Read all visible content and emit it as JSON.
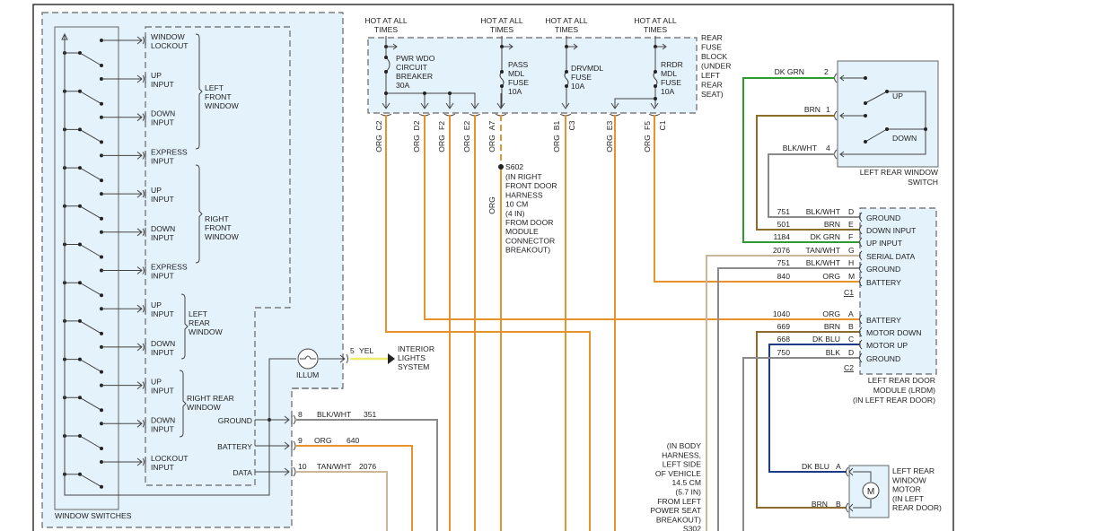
{
  "switch_module": {
    "title": "WINDOW SWITCHES",
    "inputs": [
      [
        "WINDOW",
        "LOCKOUT"
      ],
      [
        "UP",
        "INPUT"
      ],
      [
        "DOWN",
        "INPUT"
      ],
      [
        "EXPRESS",
        "INPUT"
      ],
      [
        "UP",
        "INPUT"
      ],
      [
        "DOWN",
        "INPUT"
      ],
      [
        "EXPRESS",
        "INPUT"
      ],
      [
        "UP",
        "INPUT"
      ],
      [
        "DOWN",
        "INPUT"
      ],
      [
        "UP",
        "INPUT"
      ],
      [
        "DOWN",
        "INPUT"
      ],
      [
        "LOCKOUT",
        "INPUT"
      ]
    ],
    "groups": [
      [
        "LEFT",
        "FRONT",
        "WINDOW"
      ],
      [
        "RIGHT",
        "FRONT",
        "WINDOW"
      ],
      [
        "LEFT",
        "REAR",
        "WINDOW"
      ],
      [
        "RIGHT REAR",
        "WINDOW"
      ]
    ],
    "illum_label": "ILLUM",
    "ground_label": "GROUND",
    "battery_label": "BATTERY",
    "data_label": "DATA",
    "illum_pin": "5",
    "illum_color": "YEL",
    "interior_lights": [
      "INTERIOR",
      "LIGHTS",
      "SYSTEM"
    ],
    "circuits": [
      {
        "pin": "8",
        "color": "BLK/WHT",
        "circuit": "351"
      },
      {
        "pin": "9",
        "color": "ORG",
        "circuit": "640"
      },
      {
        "pin": "10",
        "color": "TAN/WHT",
        "circuit": "2076"
      }
    ]
  },
  "fuse_block": {
    "hot_label": [
      "HOT AT ALL",
      "TIMES"
    ],
    "block_label": [
      "REAR",
      "FUSE",
      "BLOCK",
      "(UNDER",
      "LEFT",
      "REAR",
      "SEAT)"
    ],
    "devices": [
      [
        "PWR WDO",
        "CIRCUIT",
        "BREAKER",
        "30A"
      ],
      [
        "PASS",
        "MDL",
        "FUSE",
        "10A"
      ],
      [
        "DRVMDL",
        "FUSE",
        "10A"
      ],
      [
        "RRDR",
        "MDL",
        "FUSE",
        "10A"
      ]
    ],
    "pins": [
      "C2",
      "D2",
      "F2",
      "E2",
      "A7",
      "B1",
      "C3",
      "E3",
      "F5",
      "C1"
    ],
    "wire_color": "ORG"
  },
  "splice_s602": {
    "name": "S602",
    "note": [
      "(IN RIGHT",
      "FRONT DOOR",
      "HARNESS",
      "10 CM",
      "(4 IN)",
      "FROM DOOR",
      "MODULE",
      "CONNECTOR",
      "BREAKOUT)"
    ]
  },
  "splice_s302": {
    "note": [
      "(IN BODY",
      "HARNESS,",
      "LEFT SIDE",
      "OF VEHICLE",
      "14.5 CM",
      "(5.7 IN)",
      "FROM LEFT",
      "POWER SEAT",
      "BREAKOUT)",
      "S302"
    ]
  },
  "lr_switch": {
    "title": [
      "LEFT REAR WINDOW",
      "SWITCH"
    ],
    "up": "UP",
    "down": "DOWN",
    "pins": [
      {
        "color": "DK GRN",
        "pin": "2"
      },
      {
        "color": "BRN",
        "pin": "1"
      },
      {
        "color": "BLK/WHT",
        "pin": "4"
      }
    ]
  },
  "lrdm": {
    "title": [
      "LEFT REAR DOOR",
      "MODULE (LRDM)",
      "(IN LEFT REAR DOOR)"
    ],
    "c1_label": "C1",
    "c2_label": "C2",
    "c1": [
      {
        "circuit": "751",
        "color": "BLK/WHT",
        "pin": "D",
        "function": "GROUND"
      },
      {
        "circuit": "501",
        "color": "BRN",
        "pin": "E",
        "function": "DOWN INPUT"
      },
      {
        "circuit": "1184",
        "color": "DK GRN",
        "pin": "F",
        "function": "UP INPUT"
      },
      {
        "circuit": "2076",
        "color": "TAN/WHT",
        "pin": "G",
        "function": "SERIAL DATA"
      },
      {
        "circuit": "751",
        "color": "BLK/WHT",
        "pin": "H",
        "function": "GROUND"
      },
      {
        "circuit": "840",
        "color": "ORG",
        "pin": "M",
        "function": "BATTERY"
      }
    ],
    "c2": [
      {
        "circuit": "1040",
        "color": "ORG",
        "pin": "A",
        "function": "BATTERY"
      },
      {
        "circuit": "669",
        "color": "BRN",
        "pin": "B",
        "function": "MOTOR DOWN"
      },
      {
        "circuit": "668",
        "color": "DK BLU",
        "pin": "C",
        "function": "MOTOR UP"
      },
      {
        "circuit": "750",
        "color": "BLK",
        "pin": "D",
        "function": "GROUND"
      }
    ]
  },
  "motor": {
    "symbol": "M",
    "title": [
      "LEFT REAR",
      "WINDOW",
      "MOTOR",
      "(IN LEFT",
      "REAR DOOR)"
    ],
    "pins": [
      {
        "color": "DK BLU",
        "pin": "A"
      },
      {
        "color": "BRN",
        "pin": "B"
      }
    ]
  },
  "wire_colors": {
    "ORG": "#e8922c",
    "TAN/WHT": "#c9b797",
    "BLK/WHT": "#8a8a8a",
    "BRN": "#8a6d2b",
    "DK GRN": "#2f9a2f",
    "DK BLU": "#1c3a86",
    "YEL": "#ecec6a",
    "module_fill": "#e4f2fb"
  }
}
